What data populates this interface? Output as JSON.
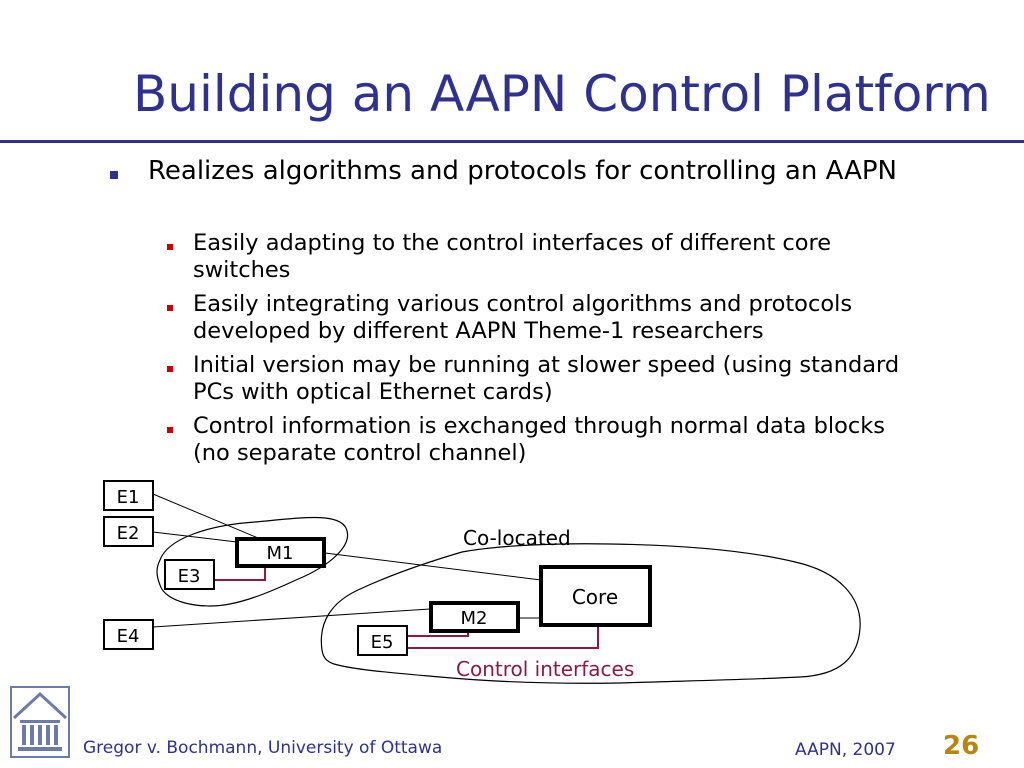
{
  "slide": {
    "title": "Building an AAPN Control Platform",
    "bullet_main": "Realizes algorithms and protocols for controlling an AAPN",
    "sub_bullets": [
      {
        "line1": "Easily adapting to the control interfaces of different core",
        "line2": "switches"
      },
      {
        "line1": "Easily integrating various control algorithms and protocols",
        "line2": "developed by different AAPN Theme-1 researchers"
      },
      {
        "line1": "Initial version may be running at slower speed (using standard",
        "line2": "PCs with optical Ethernet cards)"
      },
      {
        "line1": "Control information is exchanged through normal data blocks",
        "line2": "(no separate control channel)"
      }
    ]
  },
  "diagram": {
    "nodes": {
      "e1": "E1",
      "e2": "E2",
      "e3": "E3",
      "e4": "E4",
      "e5": "E5",
      "m1": "M1",
      "m2": "M2",
      "core": "Core"
    },
    "labels": {
      "co_located": "Co-located",
      "control_interfaces": "Control interfaces"
    },
    "colors": {
      "control_link": "#8b1a4a",
      "control_label": "#8b1a4a"
    }
  },
  "footer": {
    "author": "Gregor v. Bochmann, University of Ottawa",
    "event": "AAPN, 2007",
    "page_number": "26"
  },
  "theme": {
    "title_color": "#2e3192",
    "sub_bullet_color": "#cc0000",
    "page_number_color": "#b8860b"
  }
}
